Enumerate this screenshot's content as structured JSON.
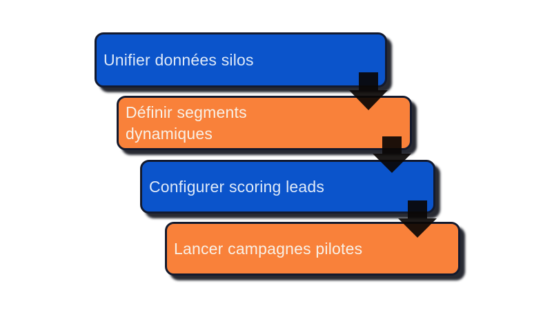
{
  "diagram": {
    "type": "step-down-process",
    "background_color": "#FFFFFF",
    "border_color": "#131A2E",
    "connector_color": "#0A0705",
    "blue_fill": "#0B54CB",
    "orange_fill": "#F9813A",
    "steps": [
      {
        "label": "Unifier données silos",
        "color_role": "blue"
      },
      {
        "label": "Définir segments\ndynamiques",
        "color_role": "orange"
      },
      {
        "label": "Configurer scoring leads",
        "color_role": "blue"
      },
      {
        "label": "Lancer campagnes pilotes",
        "color_role": "orange"
      }
    ]
  }
}
